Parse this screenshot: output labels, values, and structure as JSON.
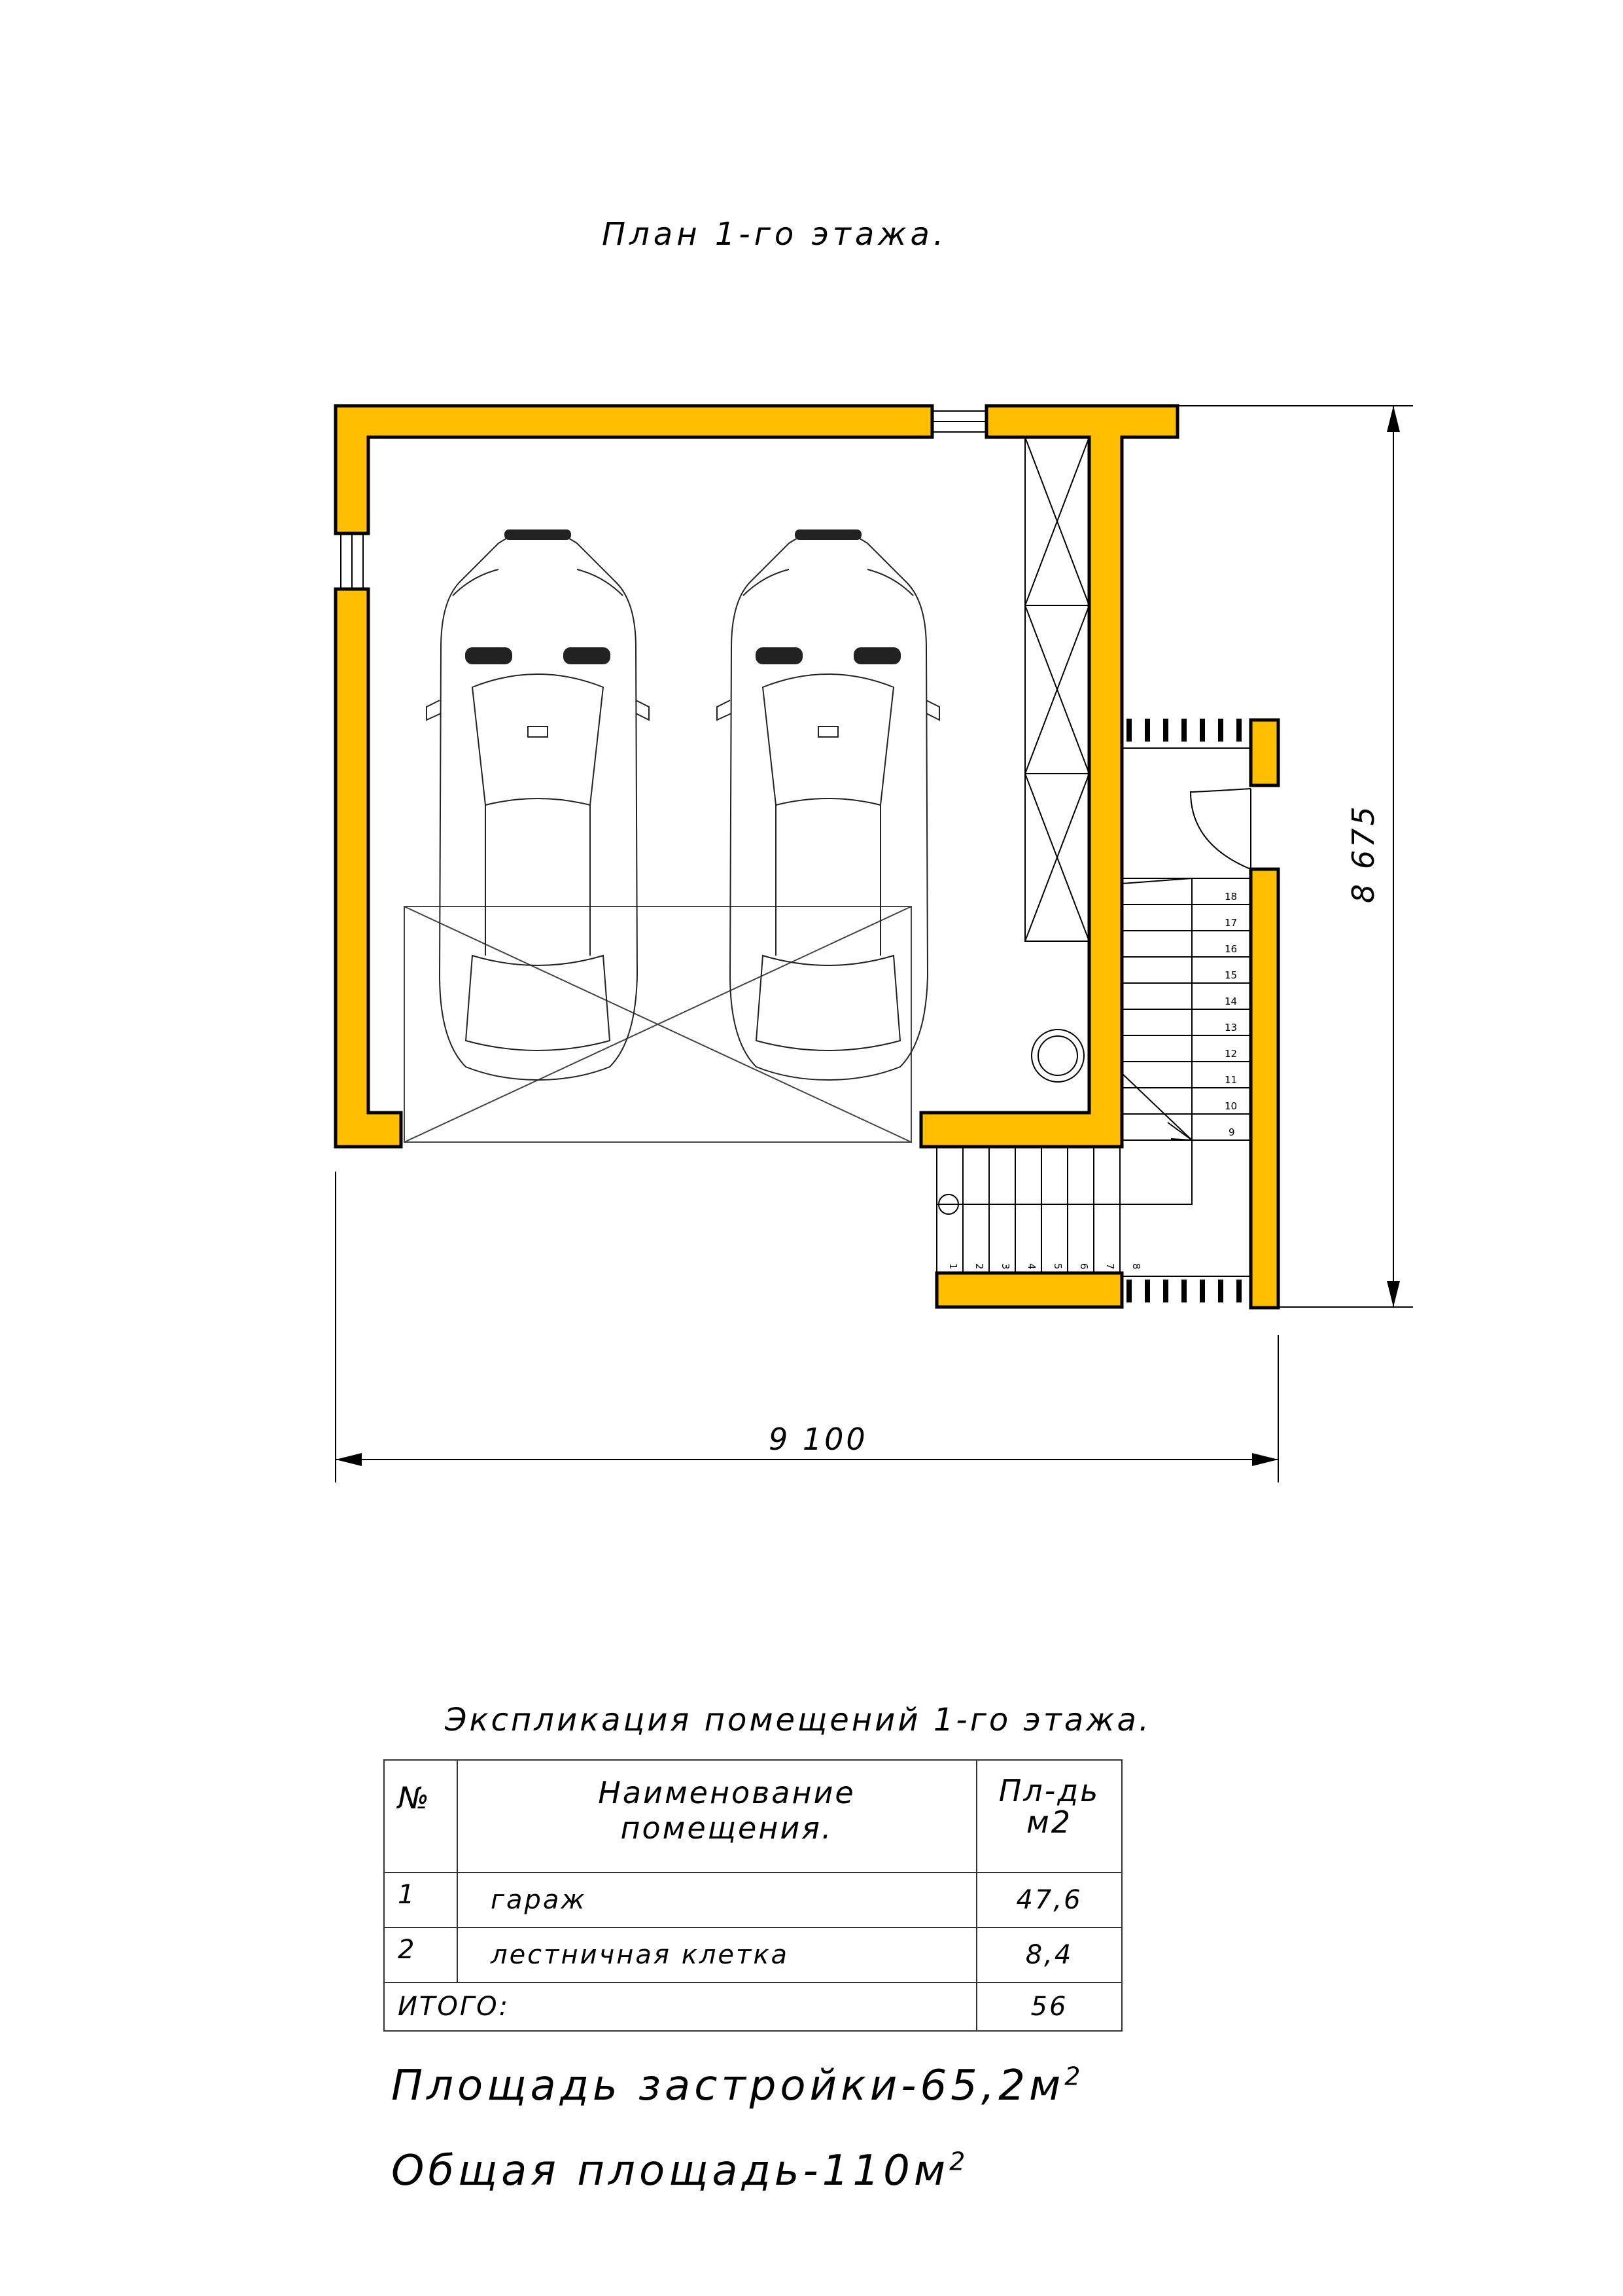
{
  "plan": {
    "title": "План 1-го этажа.",
    "dim_width": "9 100",
    "dim_height": "8 675",
    "stair_upper_steps": [
      "18",
      "17",
      "16",
      "15",
      "14",
      "13",
      "12",
      "11",
      "10",
      "9"
    ],
    "stair_lower_steps": [
      "1",
      "2",
      "3",
      "4",
      "5",
      "6",
      "7",
      "8"
    ],
    "colors": {
      "wall": "#FFBE00",
      "line": "#000000"
    }
  },
  "explication": {
    "title": "Экспликация помещений 1-го этажа.",
    "headers": {
      "num": "№",
      "name": "Наименование помещения.",
      "area_1": "Пл-дь",
      "area_2": "м2"
    },
    "rows": [
      {
        "num": "1",
        "name": "гараж",
        "area": "47,6"
      },
      {
        "num": "2",
        "name": "лестничная клетка",
        "area": "8,4"
      }
    ],
    "total": {
      "label": "ИТОГО:",
      "value": "56"
    }
  },
  "summary": {
    "build_area_label": "Площадь застройки-65,2м",
    "build_area_sup": "2",
    "total_area_label": "Общая площадь-110м",
    "total_area_sup": "2"
  }
}
